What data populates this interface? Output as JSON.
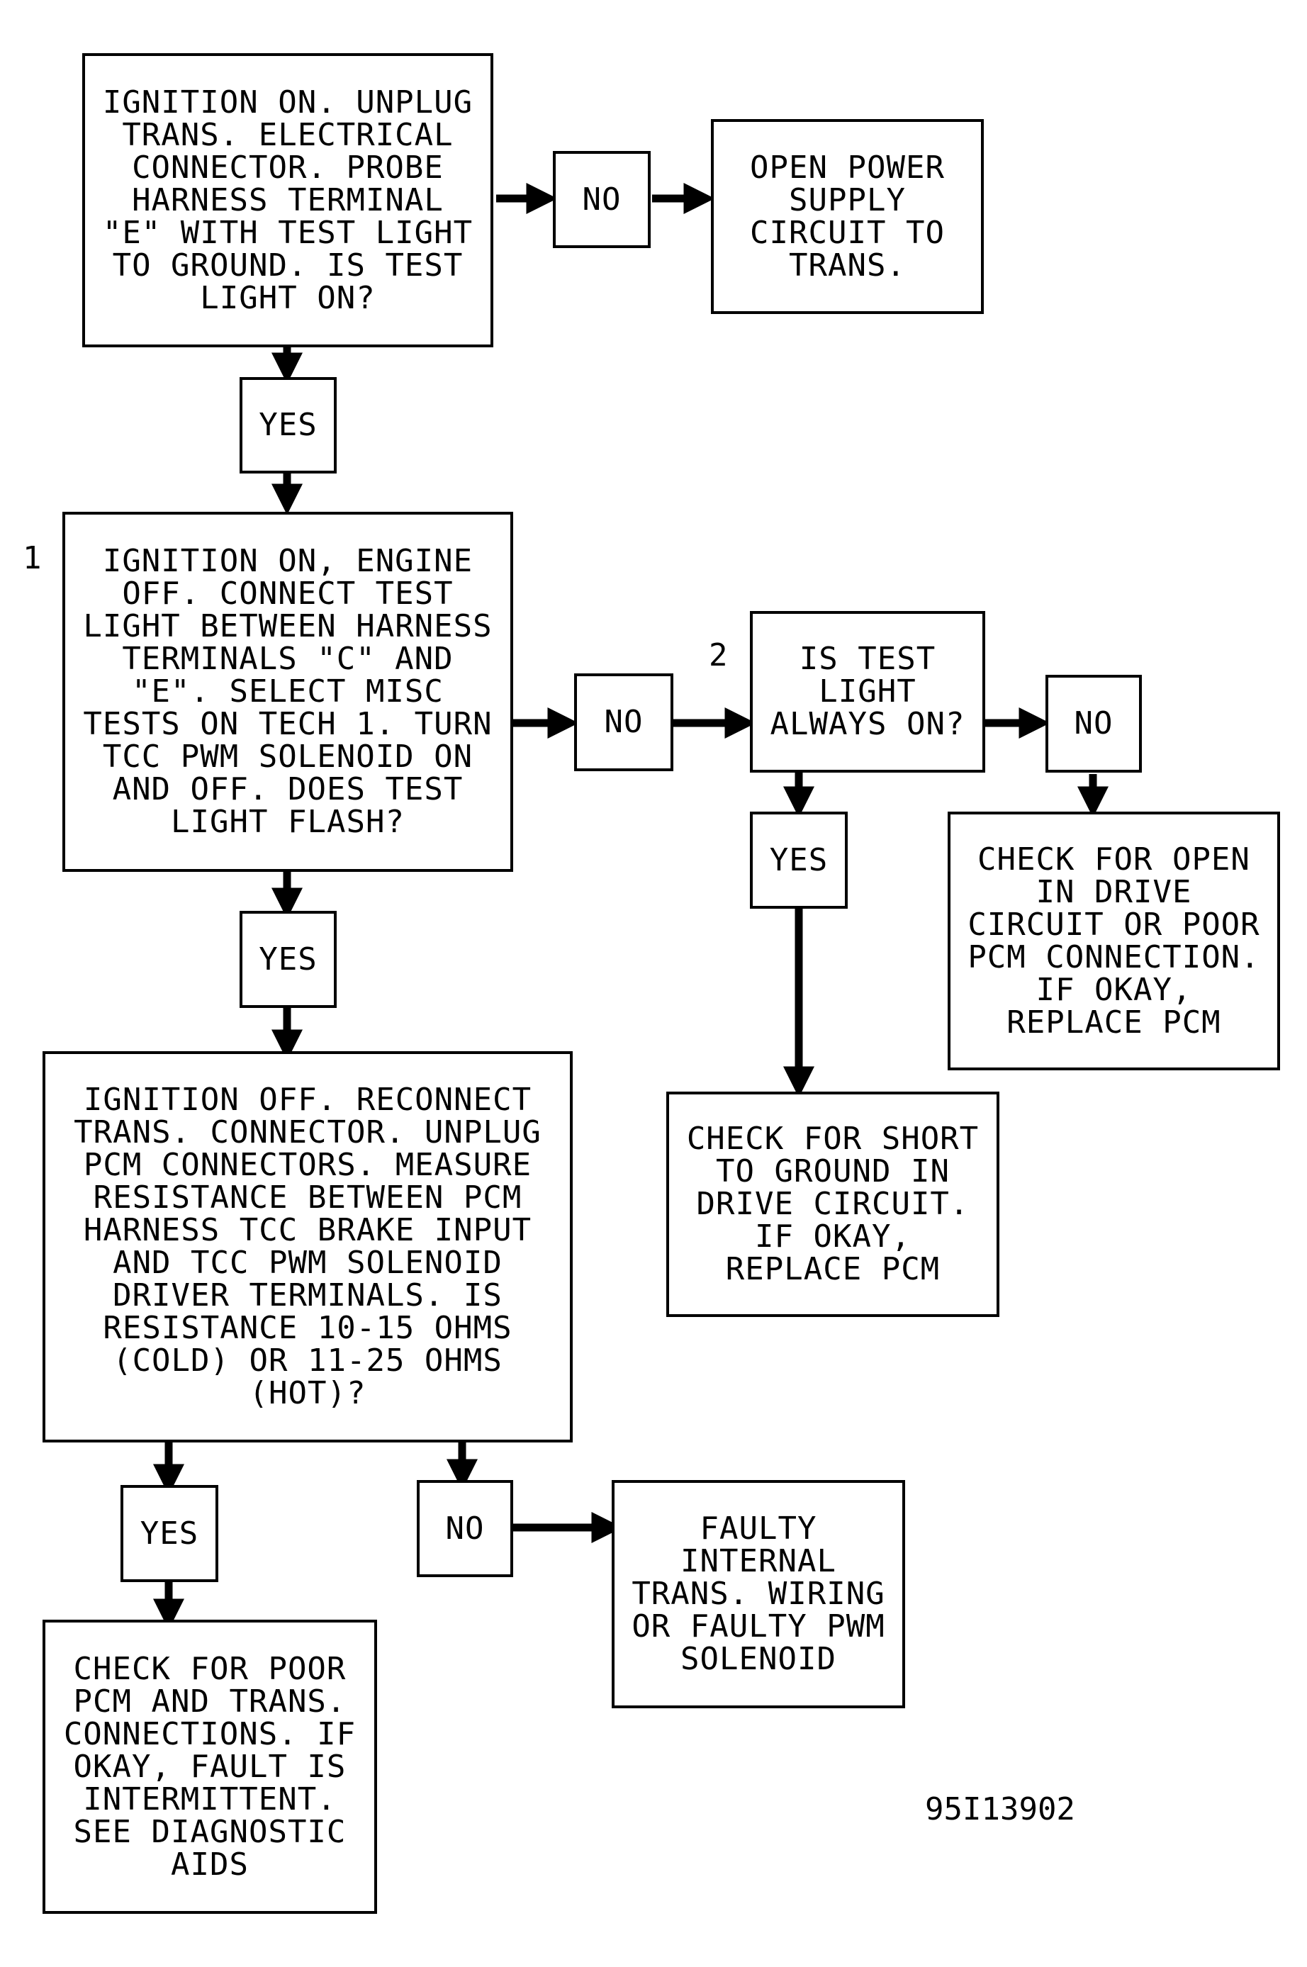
{
  "boxes": {
    "b1": "IGNITION ON. UNPLUG\nTRANS. ELECTRICAL\nCONNECTOR. PROBE\nHARNESS TERMINAL\n\"E\" WITH TEST LIGHT\nTO GROUND. IS TEST\nLIGHT ON?",
    "b1_no": "NO",
    "b1_no_result": "OPEN POWER\nSUPPLY\nCIRCUIT TO\nTRANS.",
    "b1_yes": "YES",
    "b2": "IGNITION ON, ENGINE\nOFF. CONNECT TEST\nLIGHT BETWEEN HARNESS\nTERMINALS \"C\" AND\n\"E\". SELECT MISC\nTESTS ON TECH 1. TURN\nTCC PWM SOLENOID ON\nAND OFF. DOES TEST\nLIGHT FLASH?",
    "b2_no": "NO",
    "b3": "IS TEST\nLIGHT\nALWAYS ON?",
    "b3_no": "NO",
    "b3_no_result": "CHECK FOR OPEN\nIN DRIVE\nCIRCUIT OR POOR\nPCM CONNECTION.\nIF OKAY,\nREPLACE PCM",
    "b3_yes": "YES",
    "b3_yes_result": "CHECK FOR SHORT\nTO GROUND IN\nDRIVE CIRCUIT.\nIF OKAY,\nREPLACE PCM",
    "b2_yes": "YES",
    "b4": "IGNITION OFF. RECONNECT\nTRANS. CONNECTOR. UNPLUG\nPCM CONNECTORS. MEASURE\nRESISTANCE BETWEEN PCM\nHARNESS TCC BRAKE INPUT\nAND TCC PWM SOLENOID\nDRIVER TERMINALS. IS\nRESISTANCE 10-15 OHMS\n(COLD) OR 11-25 OHMS\n(HOT)?",
    "b4_yes": "YES",
    "b4_yes_result": "CHECK FOR POOR\nPCM AND TRANS.\nCONNECTIONS. IF\nOKAY, FAULT IS\nINTERMITTENT.\nSEE DIAGNOSTIC\nAIDS",
    "b4_no": "NO",
    "b4_no_result": "FAULTY\nINTERNAL\nTRANS. WIRING\nOR FAULTY PWM\nSOLENOID"
  },
  "step_labels": {
    "step1": "1",
    "step2": "2"
  },
  "figure_code": "95I13902"
}
